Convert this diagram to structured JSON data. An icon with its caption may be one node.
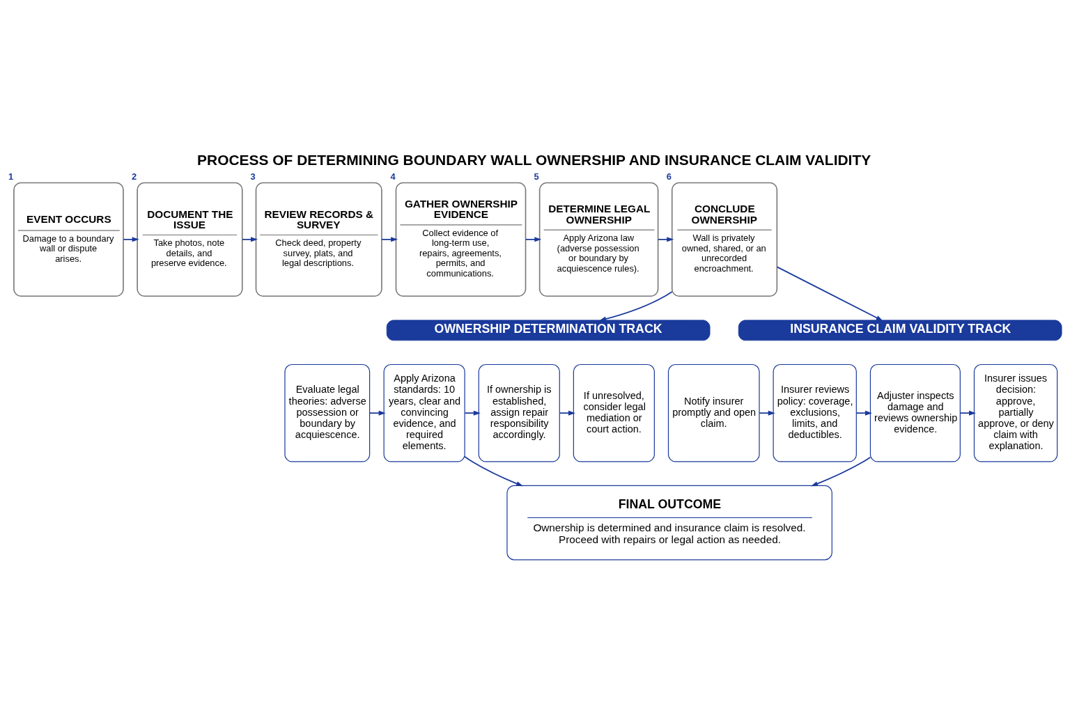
{
  "diagram": {
    "title": "PROCESS OF DETERMINING BOUNDARY WALL OWNERSHIP AND INSURANCE CLAIM VALIDITY",
    "nodes": [
      {
        "text": [
          "EVENT OCCURS",
          "Damage to a boundary wall or dispute arises."
        ],
        "beside": [
          "1"
        ]
      },
      {
        "text": [
          "DOCUMENT THE ISSUE",
          "Take photos, note details, and preserve evidence."
        ],
        "beside": [
          "2"
        ]
      },
      {
        "text": [
          "REVIEW RECORDS & SURVEY",
          "Check deed, property survey, plats, and legal descriptions."
        ],
        "beside": [
          "3"
        ]
      },
      {
        "text": [
          "GATHER OWNERSHIP EVIDENCE",
          "Collect evidence of long-term use, repairs, agreements, permits, and communications."
        ],
        "beside": [
          "4"
        ]
      },
      {
        "text": [
          "DETERMINE LEGAL OWNERSHIP",
          "Apply Arizona law (adverse possession or boundary by acquiescence rules)."
        ],
        "beside": [
          "5"
        ]
      },
      {
        "text": [
          "CONCLUDE OWNERSHIP",
          "Wall is privately owned, shared, or an unrecorded encroachment."
        ],
        "beside": [
          "6"
        ]
      },
      {
        "text": [
          "OWNERSHIP DETERMINATION TRACK"
        ]
      },
      {
        "text": [
          "INSURANCE CLAIM VALIDITY TRACK"
        ]
      },
      {
        "text": [
          "Evaluate legal theories: adverse possession or boundary by acquiescence."
        ]
      },
      {
        "text": [
          "Apply Arizona standards: 10 years, clear and convincing evidence, and required elements."
        ]
      },
      {
        "text": [
          "If ownership is established, assign repair responsibility accordingly."
        ]
      },
      {
        "text": [
          "If unresolved, consider legal mediation or court action."
        ]
      },
      {
        "text": [
          "Notify insurer promptly and open claim."
        ]
      },
      {
        "text": [
          "Insurer reviews policy: coverage, exclusions, limits, and deductibles."
        ]
      },
      {
        "text": [
          "Adjuster inspects damage and reviews ownership evidence."
        ]
      },
      {
        "text": [
          "Insurer issues decision: approve, partially approve, or deny claim with explanation."
        ]
      },
      {
        "text": [
          "FINAL OUTCOME",
          "Ownership is determined and insurance claim is resolved. Proceed with repairs or legal action as needed."
        ]
      }
    ],
    "edges": [
      {
        "from": 0,
        "to": 1,
        "arrow": "to"
      },
      {
        "from": 1,
        "to": 2,
        "arrow": "to"
      },
      {
        "from": 2,
        "to": 3,
        "arrow": "to"
      },
      {
        "from": 3,
        "to": 4,
        "arrow": "to"
      },
      {
        "from": 4,
        "to": 5,
        "arrow": "to"
      },
      {
        "from": 5,
        "to": 6,
        "arrow": "to"
      },
      {
        "from": 5,
        "to": 7,
        "arrow": "to"
      },
      {
        "from": 8,
        "to": 9,
        "arrow": "to"
      },
      {
        "from": 9,
        "to": 10,
        "arrow": "to"
      },
      {
        "from": 10,
        "to": 11,
        "arrow": "to"
      },
      {
        "from": 12,
        "to": 13,
        "arrow": "to"
      },
      {
        "from": 13,
        "to": 14,
        "arrow": "to"
      },
      {
        "from": 14,
        "to": 15,
        "arrow": "to"
      },
      {
        "from": 9,
        "to": 16,
        "arrow": "to"
      },
      {
        "from": 14,
        "to": 16,
        "arrow": "to"
      }
    ]
  }
}
